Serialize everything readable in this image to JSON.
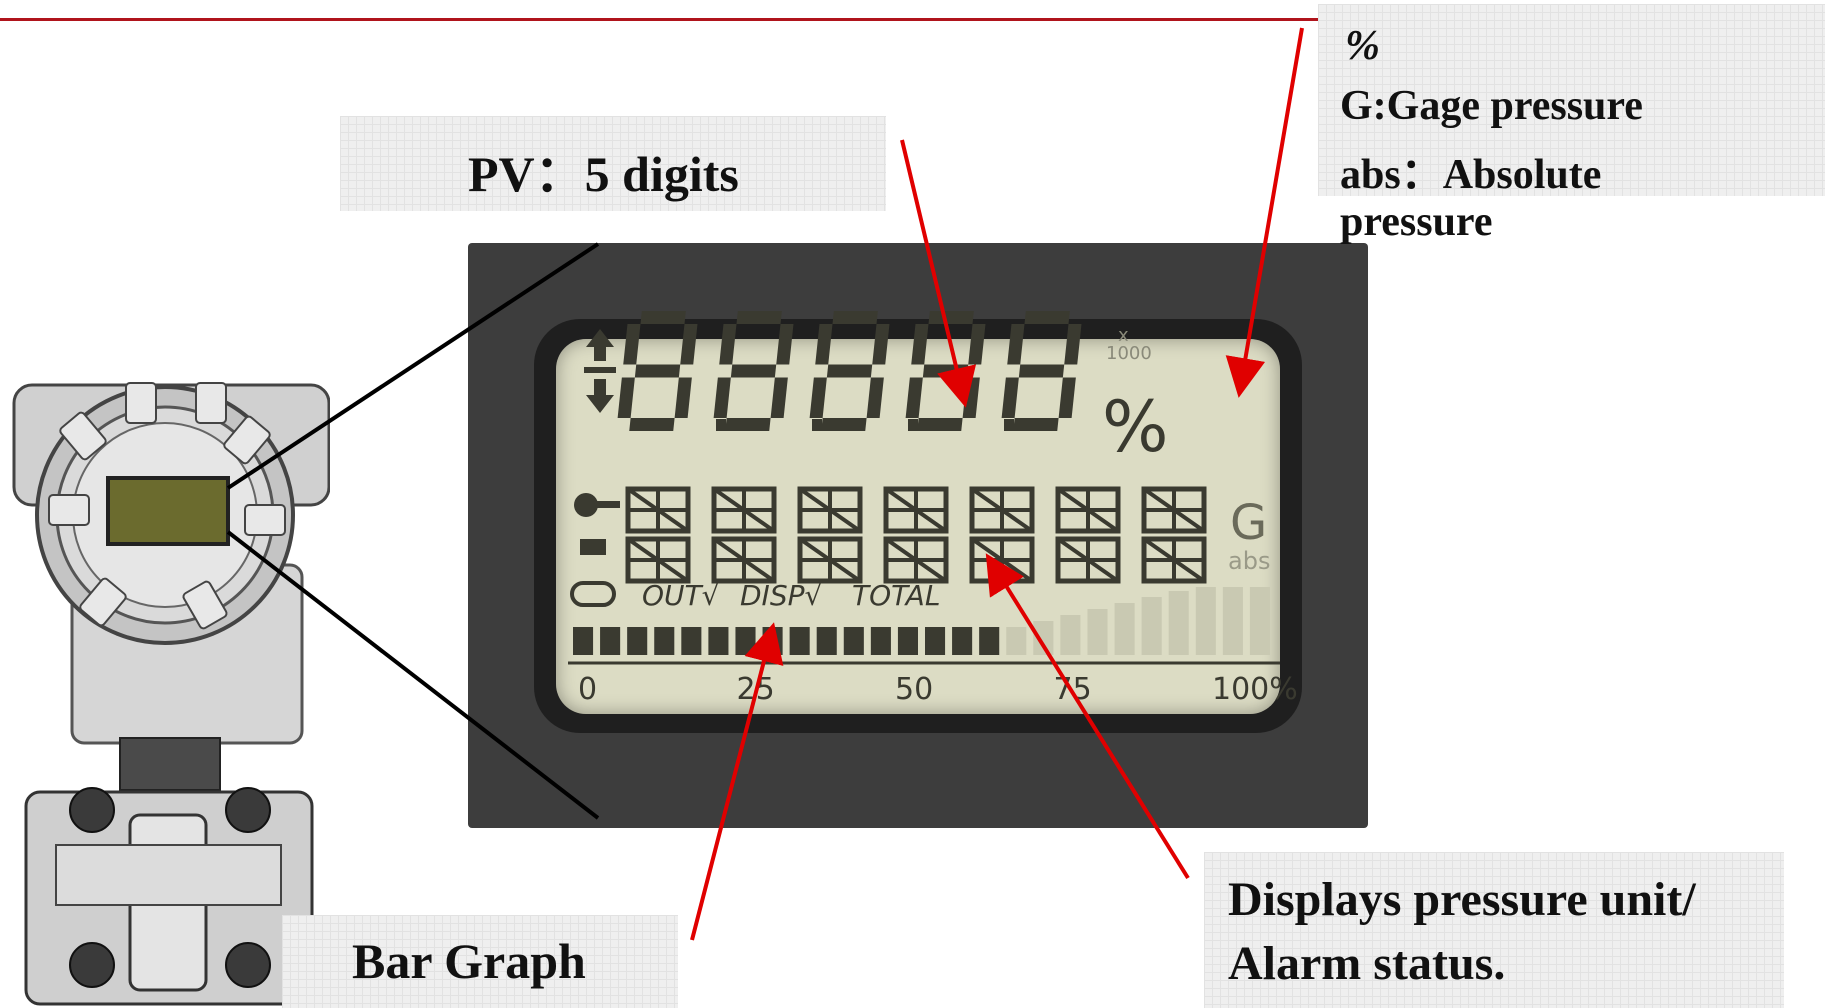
{
  "callouts": {
    "pv": "PV：5 digits",
    "units": {
      "line1": "%",
      "line2": "G:Gage pressure",
      "line3": "abs：Absolute",
      "line4": "pressure"
    },
    "bar_graph": "Bar Graph",
    "status": {
      "line1": "Displays pressure unit/",
      "line2": "Alarm status."
    }
  },
  "lcd": {
    "pv_digits": "8.8.8.8.8",
    "unit_x1000_line1": "x",
    "unit_x1000_line2": "1000",
    "unit_percent": "%",
    "unit_gage": "G",
    "unit_abs": "abs",
    "status_out": "OUT√",
    "status_disp": "DISP√",
    "status_total": "TOTAL",
    "scale": [
      "0",
      "25",
      "50",
      "75",
      "100%"
    ],
    "bar_graph_fill_fraction": 0.63
  },
  "colors": {
    "accent_line": "#b0141c",
    "arrow": "#e00000",
    "lcd_background": "#dcdcc4",
    "lcd_segment": "#3a3a30",
    "lcd_segment_faint": "#c9c9b2",
    "transmitter_display": "#6b6b2e"
  }
}
